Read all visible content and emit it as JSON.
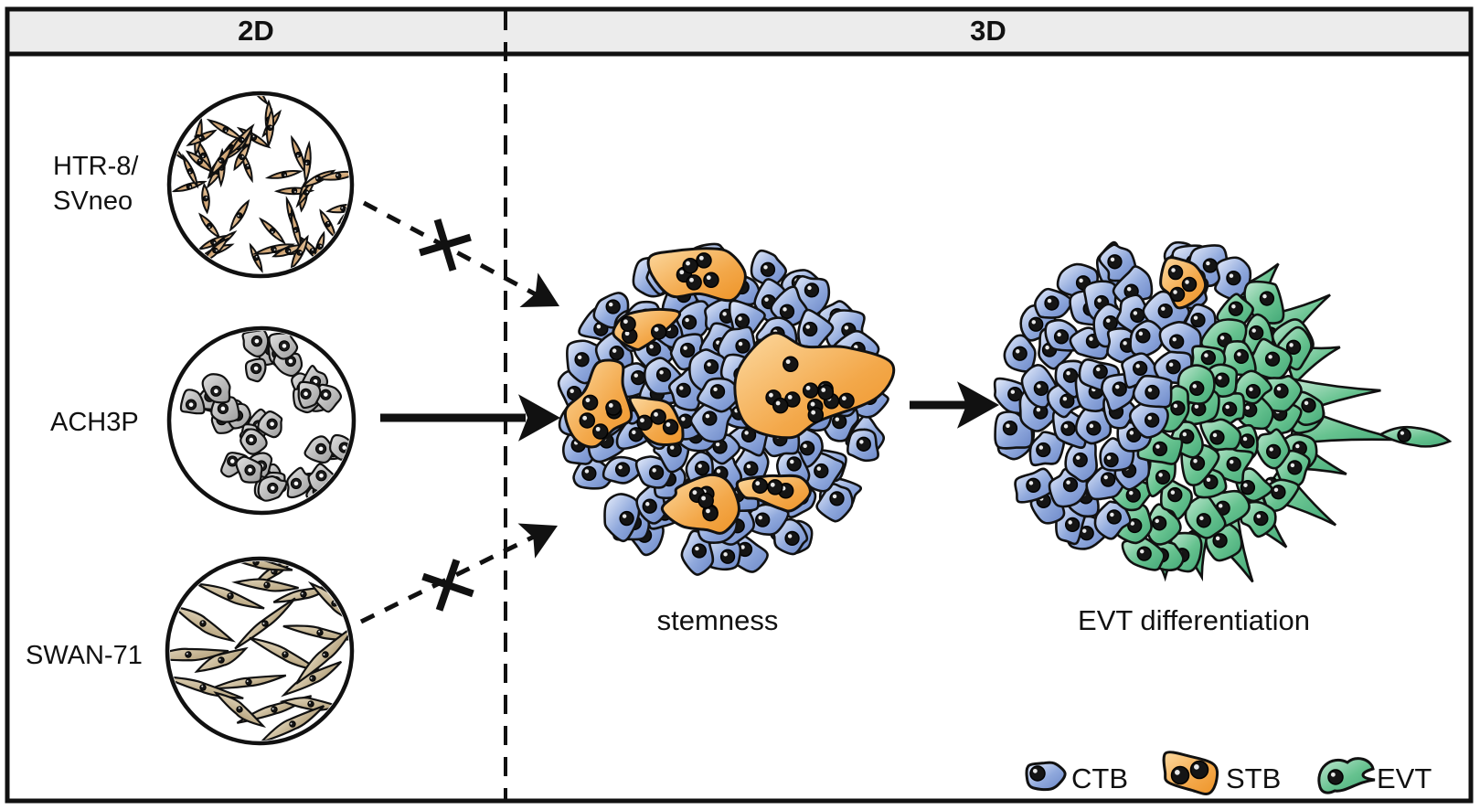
{
  "header": {
    "left_label": "2D",
    "right_label": "3D"
  },
  "cell_lines": [
    {
      "id": "htr8",
      "label_line1": "HTR-8/",
      "label_line2": "SVneo",
      "forms_spheroid": false
    },
    {
      "id": "ach3p",
      "label_line1": "ACH3P",
      "label_line2": "",
      "forms_spheroid": true
    },
    {
      "id": "swan71",
      "label_line1": "SWAN-71",
      "label_line2": "",
      "forms_spheroid": false
    }
  ],
  "spheroids": [
    {
      "id": "stemness",
      "caption": "stemness"
    },
    {
      "id": "evt",
      "caption": "EVT differentiation"
    }
  ],
  "legend": {
    "items": [
      {
        "label": "CTB",
        "color": "#8fa8dc"
      },
      {
        "label": "STB",
        "color": "#f3a84a"
      },
      {
        "label": "EVT",
        "color": "#66c28f"
      }
    ]
  },
  "colors": {
    "ctb_light": "#e8eefb",
    "ctb_fill": "#8fa8dc",
    "ctb_dark": "#6b87c8",
    "stb_light": "#fcd9a0",
    "stb_fill": "#f3a84a",
    "stb_dark": "#ee9428",
    "evt_light": "#c2e8d2",
    "evt_fill": "#66c28f",
    "evt_dark": "#43a877",
    "htr8_light": "#ecd3b0",
    "htr8_fill": "#c08a52",
    "swan_light": "#e3d7bd",
    "swan_fill": "#af9b74",
    "ach3p_light": "#e0e0e0",
    "ach3p_fill": "#9b9b9b",
    "header_bg": "#ececec",
    "line": "#111111",
    "nucleus": "#151515"
  }
}
